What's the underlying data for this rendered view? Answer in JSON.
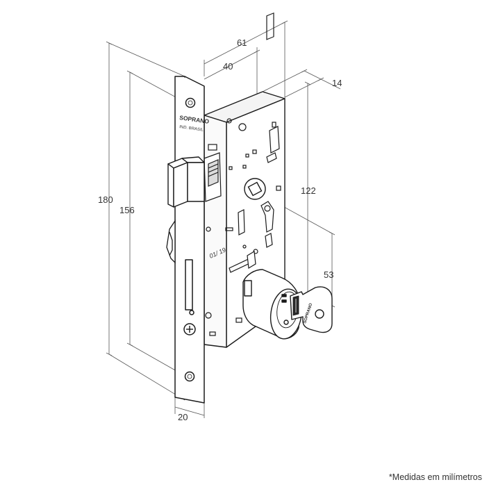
{
  "dimensions": {
    "total_height": "180",
    "screw_spacing": "156",
    "body_width": "61",
    "backset": "40",
    "body_thickness": "14",
    "cylinder_height": "122",
    "center_distance": "53",
    "faceplate_width": "20"
  },
  "faceplate_text": {
    "brand": "SOPRANO",
    "origin": "IND. BRASIL"
  },
  "key_text": "SOPRANO",
  "case_marking": "01/ 19",
  "footnote": "*Medidas em milímetros",
  "colors": {
    "line": "#1a1a1a",
    "dimension_line": "#555555",
    "text": "#333333",
    "background": "#ffffff"
  }
}
